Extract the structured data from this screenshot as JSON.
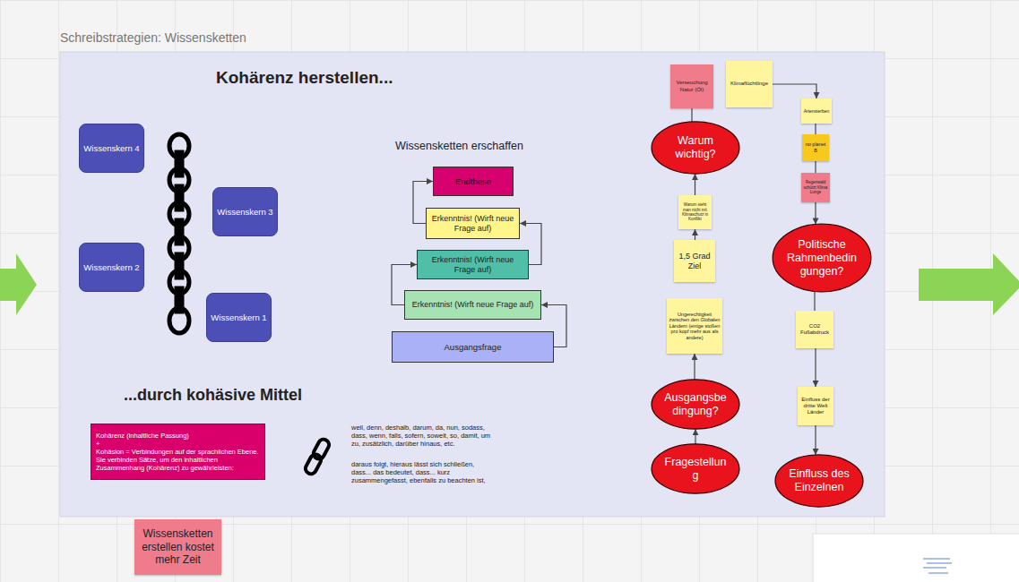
{
  "diagram": {
    "nodes": [
      {
        "text": [
          "Schreibstrategien: Wissensketten"
        ]
      },
      {
        "text": [
          "Wissenskern 4"
        ],
        "in": 0
      },
      {
        "text": [
          "Wissenskern 3"
        ],
        "in": 0
      },
      {
        "text": [
          "Wissenskern 2"
        ],
        "in": 0
      },
      {
        "text": [
          "Wissenskern 1"
        ],
        "in": 0
      },
      {
        "text": [
          "Endthese"
        ],
        "in": 0
      },
      {
        "text": [
          "Erkenntnis! (Wirft neue Frage auf)"
        ],
        "in": 0
      },
      {
        "text": [
          "Erkenntnis! (Wirft neue Frage auf)"
        ],
        "in": 0
      },
      {
        "text": [
          "Erkenntnis! (Wirft neue Frage auf)"
        ],
        "in": 0
      },
      {
        "text": [
          "Ausgangsfrage"
        ],
        "in": 0
      },
      {
        "text": [
          "Kohärenz (inhaltliche Passung)",
          "+",
          "Kohäsion = Verbindungen auf der sprachlichen Ebene. Sie verbinden Sätze, um den inhaltlichen Zusammenhang (Kohärenz) zu gewährleisten:"
        ],
        "in": 0
      },
      {
        "text": [
          "Verseuchung Natur (Öl)"
        ],
        "in": 0
      },
      {
        "text": [
          "Klimaflüchtlinge"
        ],
        "in": 0
      },
      {
        "text": [
          "Warum wichtig?"
        ],
        "in": 0
      },
      {
        "text": [
          "Artensterben"
        ],
        "in": 0
      },
      {
        "text": [
          "no planet B"
        ],
        "in": 0
      },
      {
        "text": [
          "Regenwald schützt Klima Lunge"
        ],
        "in": 0
      },
      {
        "text": [
          "Warum steht man nicht mit Klimaschutz in Konflikt"
        ],
        "in": 0
      },
      {
        "text": [
          "Politische Rahmenbedingungen?"
        ],
        "in": 0
      },
      {
        "text": [
          "1,5 Grad Ziel"
        ],
        "in": 0
      },
      {
        "text": [
          "Ungerechtigkeit zwischen den Globalen Ländern (einige stoßen pro kopf mehr aus als andere)"
        ],
        "in": 0
      },
      {
        "text": [
          "CO2 Fußabdruck"
        ],
        "in": 0
      },
      {
        "text": [
          "Ausgangsbedingung?"
        ],
        "in": 0
      },
      {
        "text": [
          "Einfluss der dritte Welt Länder"
        ],
        "in": 0
      },
      {
        "text": [
          "Fragestellung"
        ],
        "in": 0
      },
      {
        "text": [
          "Einfluss des Einzelnen"
        ],
        "in": 0
      },
      {
        "text": [
          "Wissensketten erstellen kostet mehr Zeit"
        ]
      }
    ],
    "edges": [
      {
        "from": 9,
        "to": 8,
        "arrow": "to"
      },
      {
        "from": 8,
        "to": 7,
        "arrow": "to"
      },
      {
        "from": 7,
        "to": 6,
        "arrow": "to"
      },
      {
        "from": 6,
        "to": 5,
        "arrow": "to"
      },
      {
        "from": 24,
        "to": 22,
        "arrow": "to"
      },
      {
        "from": 22,
        "to": 20,
        "arrow": "to"
      },
      {
        "from": 19,
        "to": 17,
        "arrow": "to"
      },
      {
        "from": 17,
        "to": 13,
        "arrow": "to"
      },
      {
        "from": 13,
        "to": 11,
        "arrow": "none"
      },
      {
        "from": 12,
        "to": 14,
        "arrow": "to"
      },
      {
        "from": 14,
        "to": 15,
        "arrow": "none"
      },
      {
        "from": 15,
        "to": 16,
        "arrow": "none"
      },
      {
        "from": 16,
        "to": 18,
        "arrow": "to"
      },
      {
        "from": 18,
        "to": 21,
        "arrow": "none"
      },
      {
        "from": 21,
        "to": 23,
        "arrow": "to"
      },
      {
        "from": 23,
        "to": 25,
        "arrow": "to"
      }
    ],
    "labels": [
      "Kohärenz herstellen...",
      "Wissensketten erschaffen",
      "...durch kohäsive Mittel",
      "weil, denn, deshalb, darum, da, nun, sodass, dass, wenn, falls, sofern, soweit, so, damit, um zu, zusätzlich, darüber hinaus, etc.",
      "daraus folgt, hieraus lässt sich schließen, dass... das bedeutet, dass... kurz zusammengefasst, ebenfalls zu beachten ist,"
    ]
  }
}
